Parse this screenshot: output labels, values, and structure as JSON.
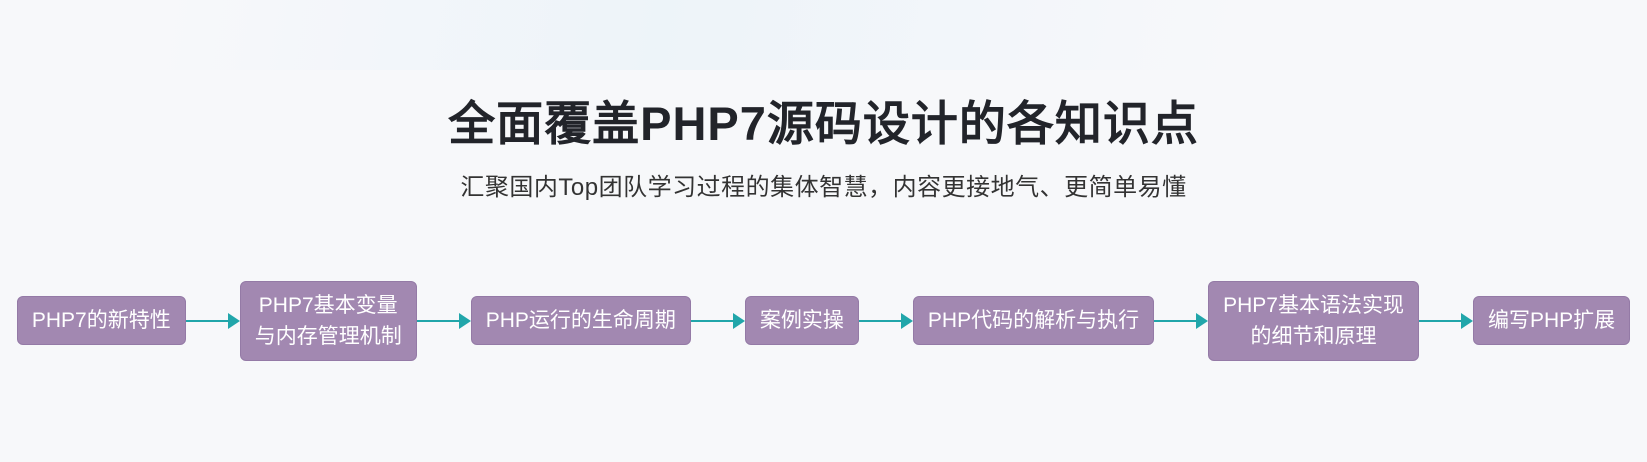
{
  "page": {
    "background_color": "#f7f8fa"
  },
  "header": {
    "title": "全面覆盖PHP7源码设计的各知识点",
    "subtitle": "汇聚国内Top团队学习过程的集体智慧，内容更接地气、更简单易懂"
  },
  "flow": {
    "box_fill_color": "#a288b1",
    "box_text_color": "#ffffff",
    "arrow_color": "#21a6aa",
    "steps": [
      {
        "label": "PHP7的新特性"
      },
      {
        "label": "PHP7基本变量\n与内存管理机制"
      },
      {
        "label": "PHP运行的生命周期"
      },
      {
        "label": "案例实操"
      },
      {
        "label": "PHP代码的解析与执行"
      },
      {
        "label": "PHP7基本语法实现\n的细节和原理"
      },
      {
        "label": "编写PHP扩展"
      }
    ]
  }
}
